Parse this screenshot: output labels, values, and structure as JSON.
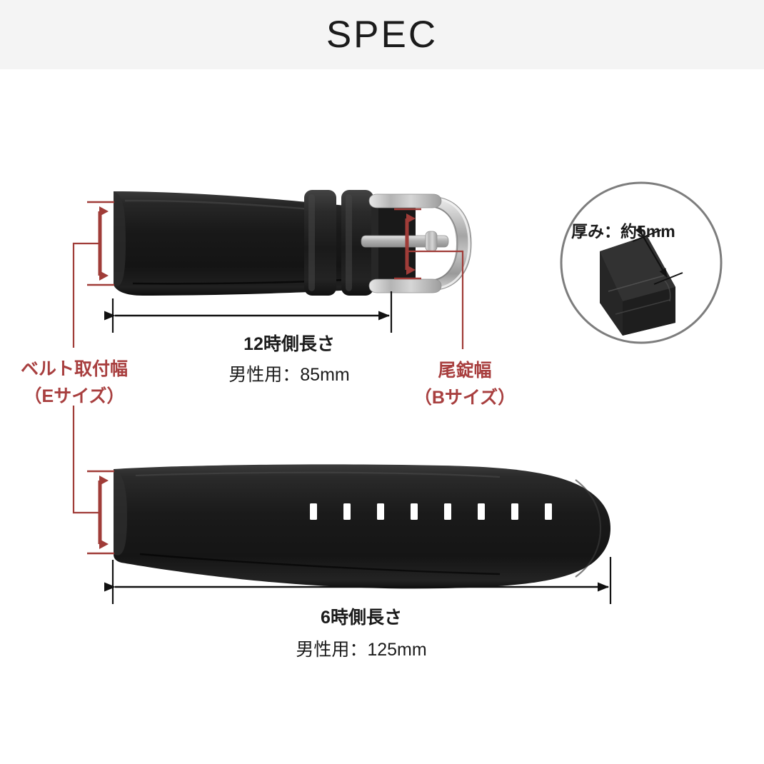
{
  "header": {
    "title": "SPEC",
    "background": "#f4f4f4"
  },
  "colors": {
    "red": "#a83f3f",
    "arrow_red": "#a03c38",
    "dark": "#1b1b1b",
    "circle_border": "#7d7d7d",
    "strap_black": "#1c1c1c",
    "buckle_steel": "#b9b9b9"
  },
  "annotations": {
    "belt_width": {
      "line1": "ベルト取付幅",
      "line2": "（Eサイズ）",
      "color": "#a83f3f"
    },
    "buckle_width": {
      "line1": "尾錠幅",
      "line2": "（Bサイズ）",
      "color": "#a83f3f"
    },
    "twelve_oclock": {
      "title": "12時側長さ",
      "value": "男性用：85mm"
    },
    "six_oclock": {
      "title": "6時側長さ",
      "value": "男性用：125mm"
    },
    "thickness": {
      "text": "厚み：約5mm"
    }
  },
  "diagram": {
    "top_strap": {
      "name": "12時側ベルト（尾錠付き）",
      "keeper_loops": 2,
      "buckle": "pin-buckle"
    },
    "bottom_strap": {
      "name": "6時側ベルト",
      "holes": 8
    },
    "inset_circle": {
      "name": "厚み拡大図"
    }
  }
}
